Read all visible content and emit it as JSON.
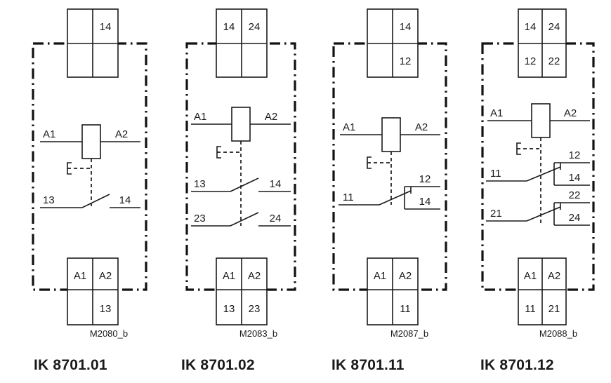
{
  "diagram": {
    "title_prefix": "IK",
    "panel_count": 4
  },
  "panels": [
    {
      "id": "ik-8701-01",
      "title": "IK 8701.01",
      "code": "M2080_b",
      "top_box": {
        "cells": [
          {
            "row": "top",
            "col": "left",
            "label": ""
          },
          {
            "row": "top",
            "col": "right",
            "label": "14"
          },
          {
            "row": "bottom",
            "col": "left",
            "label": ""
          },
          {
            "row": "bottom",
            "col": "right",
            "label": ""
          }
        ]
      },
      "bottom_box": {
        "cells": [
          {
            "row": "top",
            "col": "left",
            "label": "A1"
          },
          {
            "row": "top",
            "col": "right",
            "label": "A2"
          },
          {
            "row": "bottom",
            "col": "left",
            "label": ""
          },
          {
            "row": "bottom",
            "col": "right",
            "label": "13"
          }
        ]
      },
      "coil": {
        "left_terminal": "A1",
        "right_terminal": "A2"
      },
      "contacts": [
        {
          "type": "no",
          "common": "13",
          "no_terminal": "14",
          "nc_terminal": ""
        }
      ]
    },
    {
      "id": "ik-8701-02",
      "title": "IK 8701.02",
      "code": "M2083_b",
      "top_box": {
        "cells": [
          {
            "row": "top",
            "col": "left",
            "label": "14"
          },
          {
            "row": "top",
            "col": "right",
            "label": "24"
          },
          {
            "row": "bottom",
            "col": "left",
            "label": ""
          },
          {
            "row": "bottom",
            "col": "right",
            "label": ""
          }
        ]
      },
      "bottom_box": {
        "cells": [
          {
            "row": "top",
            "col": "left",
            "label": "A1"
          },
          {
            "row": "top",
            "col": "right",
            "label": "A2"
          },
          {
            "row": "bottom",
            "col": "left",
            "label": "13"
          },
          {
            "row": "bottom",
            "col": "right",
            "label": "23"
          }
        ]
      },
      "coil": {
        "left_terminal": "A1",
        "right_terminal": "A2"
      },
      "contacts": [
        {
          "type": "no",
          "common": "13",
          "no_terminal": "14",
          "nc_terminal": ""
        },
        {
          "type": "no",
          "common": "23",
          "no_terminal": "24",
          "nc_terminal": ""
        }
      ]
    },
    {
      "id": "ik-8701-11",
      "title": "IK 8701.11",
      "code": "M2087_b",
      "top_box": {
        "cells": [
          {
            "row": "top",
            "col": "left",
            "label": ""
          },
          {
            "row": "top",
            "col": "right",
            "label": "14"
          },
          {
            "row": "bottom",
            "col": "left",
            "label": ""
          },
          {
            "row": "bottom",
            "col": "right",
            "label": "12"
          }
        ]
      },
      "bottom_box": {
        "cells": [
          {
            "row": "top",
            "col": "left",
            "label": "A1"
          },
          {
            "row": "top",
            "col": "right",
            "label": "A2"
          },
          {
            "row": "bottom",
            "col": "left",
            "label": ""
          },
          {
            "row": "bottom",
            "col": "right",
            "label": "11"
          }
        ]
      },
      "coil": {
        "left_terminal": "A1",
        "right_terminal": "A2"
      },
      "contacts": [
        {
          "type": "changeover",
          "common": "11",
          "nc_terminal": "12",
          "no_terminal": "14"
        }
      ]
    },
    {
      "id": "ik-8701-12",
      "title": "IK 8701.12",
      "code": "M2088_b",
      "top_box": {
        "cells": [
          {
            "row": "top",
            "col": "left",
            "label": "14"
          },
          {
            "row": "top",
            "col": "right",
            "label": "24"
          },
          {
            "row": "bottom",
            "col": "left",
            "label": "12"
          },
          {
            "row": "bottom",
            "col": "right",
            "label": "22"
          }
        ]
      },
      "bottom_box": {
        "cells": [
          {
            "row": "top",
            "col": "left",
            "label": "A1"
          },
          {
            "row": "top",
            "col": "right",
            "label": "A2"
          },
          {
            "row": "bottom",
            "col": "left",
            "label": "11"
          },
          {
            "row": "bottom",
            "col": "right",
            "label": "21"
          }
        ]
      },
      "coil": {
        "left_terminal": "A1",
        "right_terminal": "A2"
      },
      "contacts": [
        {
          "type": "changeover",
          "common": "11",
          "nc_terminal": "12",
          "no_terminal": "14"
        },
        {
          "type": "changeover",
          "common": "21",
          "nc_terminal": "22",
          "no_terminal": "24"
        }
      ]
    }
  ],
  "colors": {
    "line": "#1a1a1a",
    "background": "#ffffff",
    "border": "#111111"
  }
}
